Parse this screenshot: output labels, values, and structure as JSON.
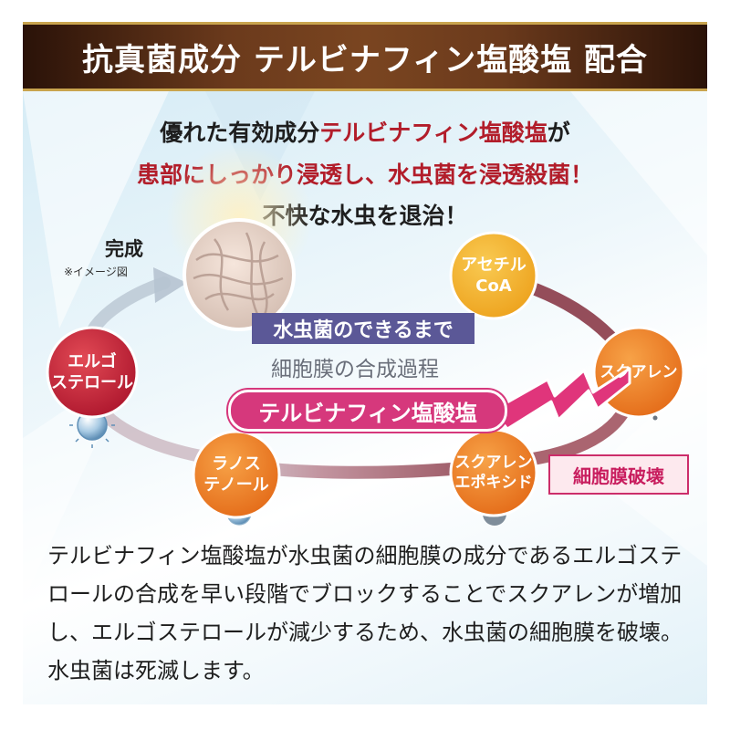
{
  "banner": {
    "title": "抗真菌成分  テルビナフィン塩酸塩  配合"
  },
  "headline": {
    "line1_a": "優れた有効成分",
    "line1_b": "テルビナフィン塩酸塩",
    "line1_c": "が",
    "line2": "患部にしっかり浸透し、水虫菌を浸透殺菌！",
    "line3": "不快な水虫を退治！"
  },
  "diagram": {
    "complete_label": "完成",
    "image_note": "※イメージ図",
    "process_box": "水虫菌のできるまで",
    "process_subtitle": "細胞膜の合成過程",
    "drug_label": "テルビナフィン塩酸塩",
    "destroy_label": "細胞膜破壊",
    "nodes": {
      "ergosterol": "エルゴ\nステロール",
      "lanosterol": "ラノス\nテノール",
      "epoxide": "スクアレン\nエポキシド",
      "squalene": "スクアレン",
      "acetyl_coa": "アセチル\nCoA"
    },
    "colors": {
      "red_node": "#c9233a",
      "orange_node": "#f08a2a",
      "yellow_node": "#f2b42a",
      "arrow": "#8a3a48",
      "pill": "#d6387c"
    }
  },
  "description": "テルビナフィン塩酸塩が水虫菌の細胞膜の成分であるエルゴステロールの合成を早い段階でブロックすることでスクアレンが増加し、エルゴステロールが減少するため、水虫菌の細胞膜を破壊。水虫菌は死滅します。"
}
